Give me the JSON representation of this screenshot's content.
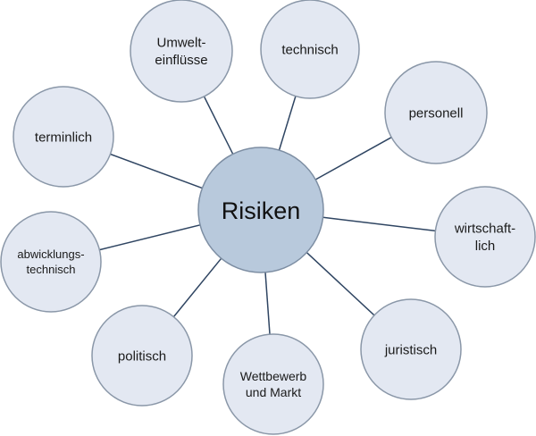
{
  "diagram": {
    "center": {
      "label": "Risiken"
    },
    "nodes": [
      {
        "id": "umwelt",
        "lines": [
          "Umwelt-",
          "einflüsse"
        ]
      },
      {
        "id": "technisch",
        "lines": [
          "technisch"
        ]
      },
      {
        "id": "personell",
        "lines": [
          "personell"
        ]
      },
      {
        "id": "wirtschaftlich",
        "lines": [
          "wirtschaft-",
          "lich"
        ]
      },
      {
        "id": "juristisch",
        "lines": [
          "juristisch"
        ]
      },
      {
        "id": "wettbewerb",
        "lines": [
          "Wettbewerb",
          "und Markt"
        ]
      },
      {
        "id": "politisch",
        "lines": [
          "politisch"
        ]
      },
      {
        "id": "abwicklungstechnisch",
        "lines": [
          "abwicklungs-",
          "technisch"
        ]
      },
      {
        "id": "terminlich",
        "lines": [
          "terminlich"
        ]
      }
    ]
  },
  "colors": {
    "hub_fill": "#b8c9dc",
    "hub_stroke": "#7d8ea3",
    "node_fill": "#e3e8f2",
    "node_stroke": "#8a97a8",
    "connector": "#2f4562"
  }
}
